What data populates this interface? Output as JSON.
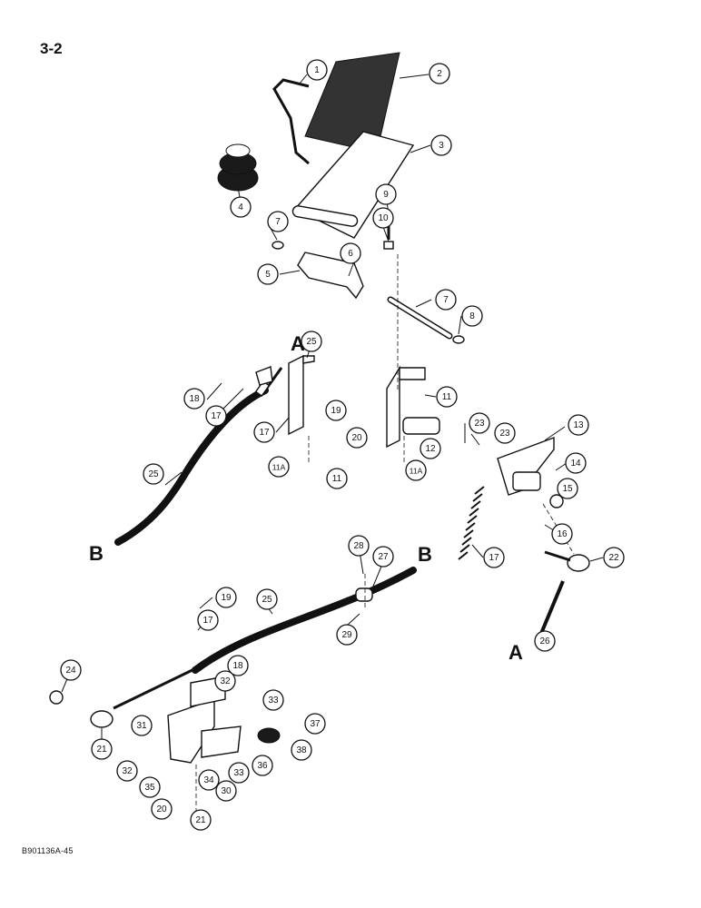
{
  "page": {
    "number": "3-2",
    "footer_code": "B901136A-45"
  },
  "ref_letters": [
    "A",
    "A",
    "B",
    "B"
  ],
  "callouts": [
    "1",
    "2",
    "3",
    "4",
    "5",
    "6",
    "7",
    "7",
    "8",
    "9",
    "10",
    "11",
    "11",
    "11A",
    "11A",
    "12",
    "13",
    "14",
    "15",
    "16",
    "17",
    "17",
    "17",
    "17",
    "18",
    "18",
    "19",
    "19",
    "20",
    "20",
    "21",
    "21",
    "22",
    "23",
    "23",
    "24",
    "25",
    "25",
    "25",
    "26",
    "27",
    "28",
    "29",
    "30",
    "31",
    "32",
    "32",
    "33",
    "33",
    "34",
    "35",
    "36",
    "37",
    "38"
  ]
}
